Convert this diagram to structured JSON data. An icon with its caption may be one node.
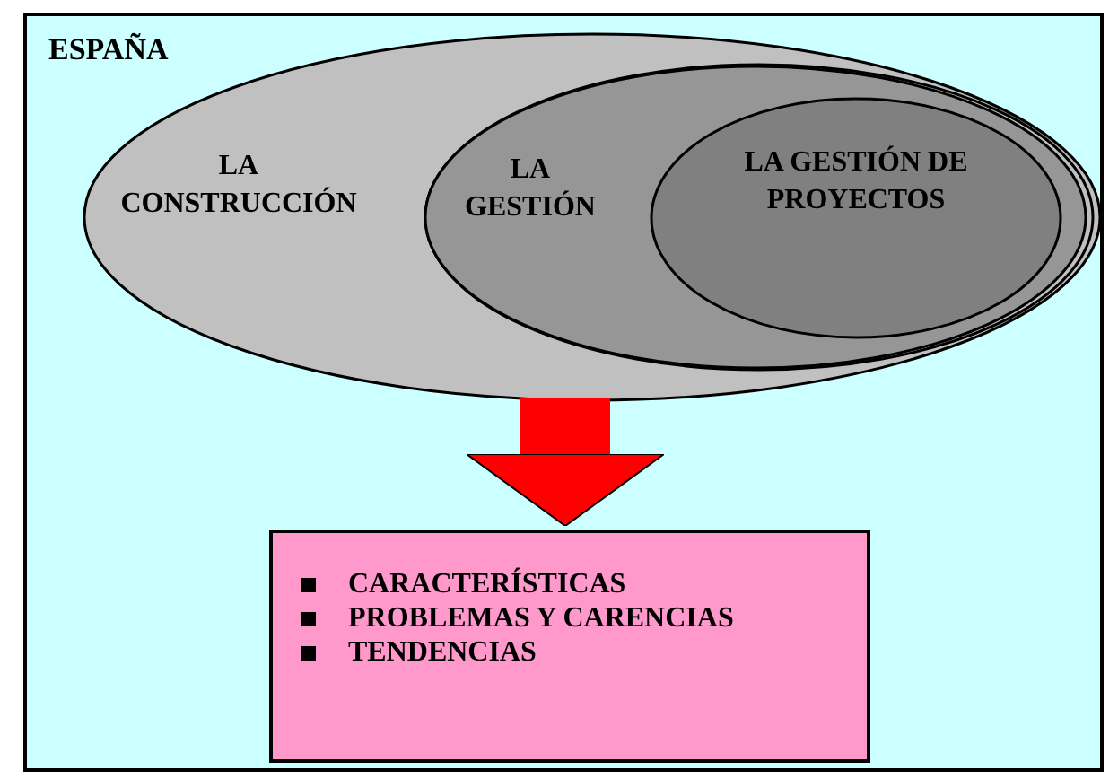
{
  "diagram": {
    "nodes": [
      {
        "text": [
          "ESPAÑA"
        ]
      },
      {
        "text": [
          "LA CONSTRUCCIÓN"
        ],
        "in": 0
      },
      {
        "text": [],
        "shape": "ellipse",
        "in": 1
      },
      {
        "text": [
          "LA GESTIÓN"
        ],
        "in": 2
      },
      {
        "text": [
          "LA GESTIÓN DE PROYECTOS"
        ],
        "in": 3
      },
      {
        "text": [
          "CARACTERÍSTICAS",
          "PROBLEMAS Y CARENCIAS",
          "TENDENCIAS"
        ],
        "in": 0
      }
    ],
    "edges": [
      {
        "from": 1,
        "to": 5,
        "arrow": "to",
        "color": "#ff0000"
      }
    ]
  }
}
